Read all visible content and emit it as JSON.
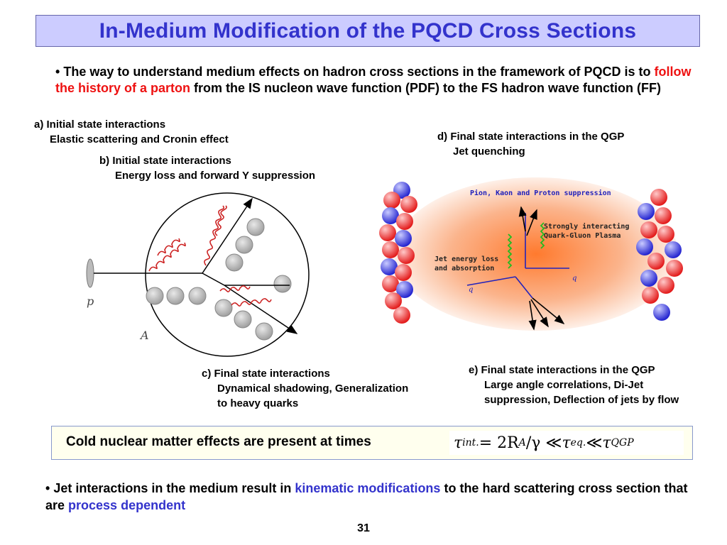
{
  "title": "In-Medium Modification of the PQCD Cross Sections",
  "intro": {
    "bullet": "•",
    "part1": "The way to understand medium effects  on hadron cross sections in the framework of PQCD is to ",
    "highlight": "follow the history of a parton",
    "part2": " from the IS nucleon wave function (PDF) to the FS hadron wave function (FF)"
  },
  "labels": {
    "a": {
      "title": "a) Initial state interactions",
      "sub": "Elastic scattering and Cronin effect"
    },
    "b": {
      "title": "b) Initial state interactions",
      "sub": "Energy loss and forward Y suppression"
    },
    "c": {
      "title": "c) Final state interactions",
      "sub1": "Dynamical shadowing, Generalization",
      "sub2": "to heavy quarks"
    },
    "d": {
      "title": "d) Final state interactions in the QGP",
      "sub": "Jet quenching"
    },
    "e": {
      "title": "e) Final state interactions in the QGP",
      "sub1": "Large angle correlations, Di-Jet",
      "sub2": "suppression, Deflection of jets by flow"
    }
  },
  "left_diagram": {
    "p_label": "p",
    "A_label": "A"
  },
  "right_diagram": {
    "suppression": "Pion, Kaon and Proton suppression",
    "plasma_line1": "Strongly interacting",
    "plasma_line2": "Quark-Gluon Plasma",
    "eloss_line1": "Jet energy loss",
    "eloss_line2": "and absorption",
    "q_left": "q",
    "q_right": "q"
  },
  "cnm": {
    "text": "Cold nuclear matter effects are present at times",
    "formula": {
      "tau": "τ",
      "int": "int.",
      "eq_part": " = 2R",
      "A": "A",
      "gamma": "/γ ≪ ",
      "eq": "eq.",
      "ll": " ≪ ",
      "qgp": "QGP"
    }
  },
  "bottom": {
    "bullet": "•",
    "part1": " Jet interactions in the medium result in ",
    "hl1": "kinematic modifications",
    "part2": " to the hard scattering cross section that are ",
    "hl2": "process dependent"
  },
  "page_number": "31"
}
